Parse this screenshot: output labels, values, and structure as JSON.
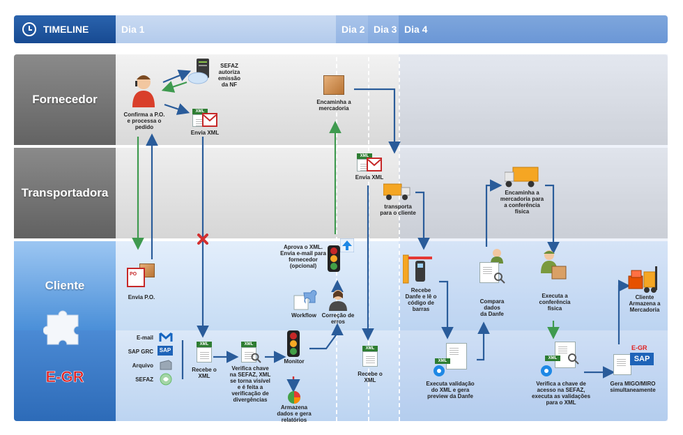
{
  "timeline": {
    "label": "TIMELINE",
    "days": [
      "Dia 1",
      "Dia 2",
      "Dia 3",
      "Dia 4"
    ]
  },
  "lanes": {
    "fornecedor": "Fornecedor",
    "transportadora": "Transportadora",
    "cliente": "Cliente"
  },
  "logo_text": "E-GR",
  "nodes": {
    "sefaz_autoriza": [
      "SEFAZ",
      "autoriza",
      "emissão",
      "da NF"
    ],
    "confirma_po": [
      "Confirma a P.O.",
      "e processa o",
      "pedido"
    ],
    "envia_xml_forn": [
      "Envia XML"
    ],
    "encaminha_mercadoria": [
      "Encaminha a",
      "mercadoria"
    ],
    "envia_xml_trans": [
      "Envia XML"
    ],
    "transporta": [
      "transporta",
      "para o cliente"
    ],
    "encaminha_conferencia": [
      "Encaminha a",
      "mercadoria para",
      "a conferência",
      "física"
    ],
    "envia_po": [
      "Envia P.O."
    ],
    "aprova_xml": [
      "Aprova o XML.",
      "Envia e-mail para",
      "fornecedor",
      "(opcional)"
    ],
    "workflow": [
      "Workflow"
    ],
    "correcao": [
      "Correção de",
      "erros"
    ],
    "recebe_danfe": [
      "Recebe",
      "Danfe e lê o",
      "código de",
      "barras"
    ],
    "compara_danfe": [
      "Compara dados",
      "da Danfe"
    ],
    "executa_conferencia": [
      "Executa a",
      "conferência",
      "física"
    ],
    "cliente_armazena": [
      "Cliente",
      "Armazena a",
      "Mercadoria"
    ],
    "recebe_xml_1": [
      "Recebe o",
      "XML"
    ],
    "verifica_chave": [
      "Verifica chave",
      "na SEFAZ, XML",
      "se torna visível",
      "e é feita a",
      "verificação de",
      "divergências"
    ],
    "monitor": [
      "Monitor"
    ],
    "armazena_dados": [
      "Armazena",
      "dados e gera",
      "relatórios"
    ],
    "recebe_xml_2": [
      "Recebe o",
      "XML"
    ],
    "executa_validacao": [
      "Executa validação",
      "do XML e gera",
      "preview da Danfe"
    ],
    "verifica_acesso": [
      "Verifica a chave de",
      "acesso na SEFAZ,",
      "executa as validações",
      "para o XML"
    ],
    "gera_migo": [
      "Gera MIGO/MIRO",
      "simultaneamente"
    ]
  },
  "sources": [
    "E-mail",
    "SAP GRC",
    "Arquivo",
    "SEFAZ"
  ],
  "xml_tag": "XML",
  "po_tag": "PO",
  "sap_logo": "SAP",
  "colors": {
    "arrow_blue": "#2a5c9a",
    "arrow_green": "#3f9a4f",
    "cross_red": "#d32f2f",
    "egr_red": "#e02020"
  }
}
